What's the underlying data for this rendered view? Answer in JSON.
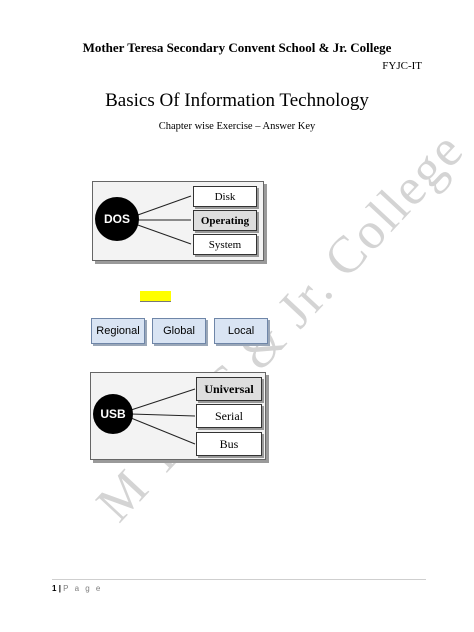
{
  "header": {
    "school": "Mother Teresa Secondary Convent School & Jr. College",
    "course": "FYJC-IT"
  },
  "doc": {
    "title": "Basics Of Information Technology",
    "subtitle": "Chapter wise Exercise – Answer Key"
  },
  "watermark": "M T S C & Jr. College",
  "diagram_dos": {
    "hub": "DOS",
    "nodes": [
      "Disk",
      "Operating",
      "System"
    ]
  },
  "chips": [
    "Regional",
    "Global",
    "Local"
  ],
  "diagram_usb": {
    "hub": "USB",
    "nodes": [
      "Universal",
      "Serial",
      "Bus"
    ]
  },
  "footer": {
    "page_number": "1",
    "separator": "|",
    "page_label": "P a g e"
  }
}
